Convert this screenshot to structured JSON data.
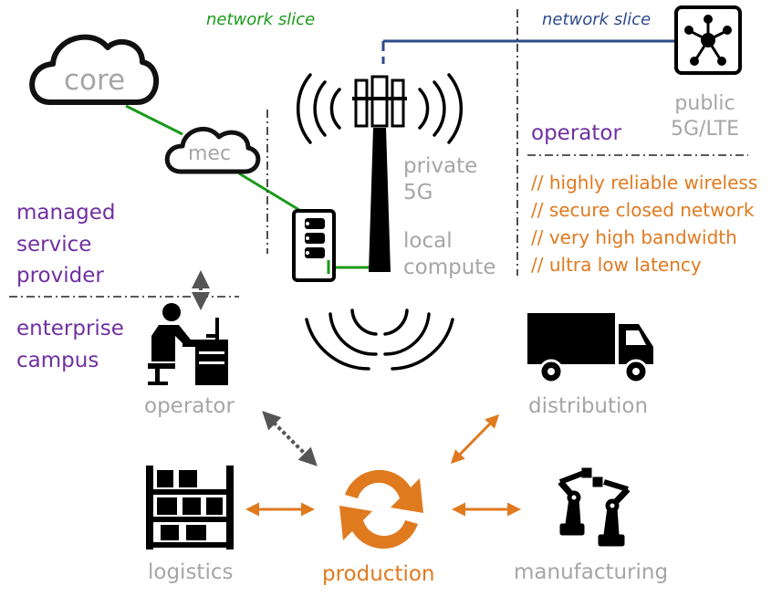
{
  "network_slice_green": "network slice",
  "network_slice_blue": "network slice",
  "cloud_core": "core",
  "cloud_mec": "mec",
  "tower_label": "private\n5G",
  "server_label": "local\ncompute",
  "public_label": "public\n5G/LTE",
  "operator_top": "operator",
  "features": [
    "// highly reliable wireless",
    "// secure closed network",
    "// very high bandwidth",
    "// ultra low latency"
  ],
  "msp_label": "managed\nservice\nprovider",
  "enterprise_label": "enterprise\ncampus",
  "operator_workstation": "operator",
  "distribution": "distribution",
  "logistics": "logistics",
  "production": "production",
  "manufacturing": "manufacturing",
  "colors": {
    "green_link": "#1a9a1a",
    "blue_link": "#2e4a8a",
    "orange": "#e07a1f",
    "purple": "#7030a0",
    "gray_text": "#a6a6a6"
  }
}
